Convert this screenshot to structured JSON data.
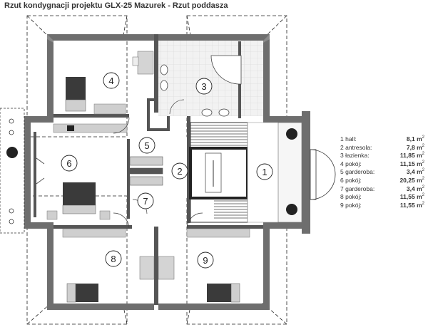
{
  "title": "Rzut kondygnacji projektu GLX-25 Mazurek - Rzut poddasza",
  "rooms": [
    {
      "num": "1",
      "name": "1 hall:",
      "area": "8,1 m",
      "unit_sup": "2"
    },
    {
      "num": "2",
      "name": "2 antresola:",
      "area": "7,8 m",
      "unit_sup": "2"
    },
    {
      "num": "3",
      "name": "3 łazienka:",
      "area": "11,85 m",
      "unit_sup": "2"
    },
    {
      "num": "4",
      "name": "4 pokój:",
      "area": "11,15 m",
      "unit_sup": "2"
    },
    {
      "num": "5",
      "name": "5 garderoba:",
      "area": "3,4 m",
      "unit_sup": "2"
    },
    {
      "num": "6",
      "name": "6 pokój:",
      "area": "20,25 m",
      "unit_sup": "2"
    },
    {
      "num": "7",
      "name": "7 garderoba:",
      "area": "3,4 m",
      "unit_sup": "2"
    },
    {
      "num": "8",
      "name": "8 pokój:",
      "area": "11,55 m",
      "unit_sup": "2"
    },
    {
      "num": "9",
      "name": "9 pokój:",
      "area": "11,55 m",
      "unit_sup": "2"
    }
  ],
  "colors": {
    "wall": "#6e6e6e",
    "wall_dark": "#4a4a4a",
    "floor": "#ffffff",
    "tile": "#e8e8e8",
    "furniture": "#cfcfcf",
    "furniture_dark": "#333333"
  }
}
